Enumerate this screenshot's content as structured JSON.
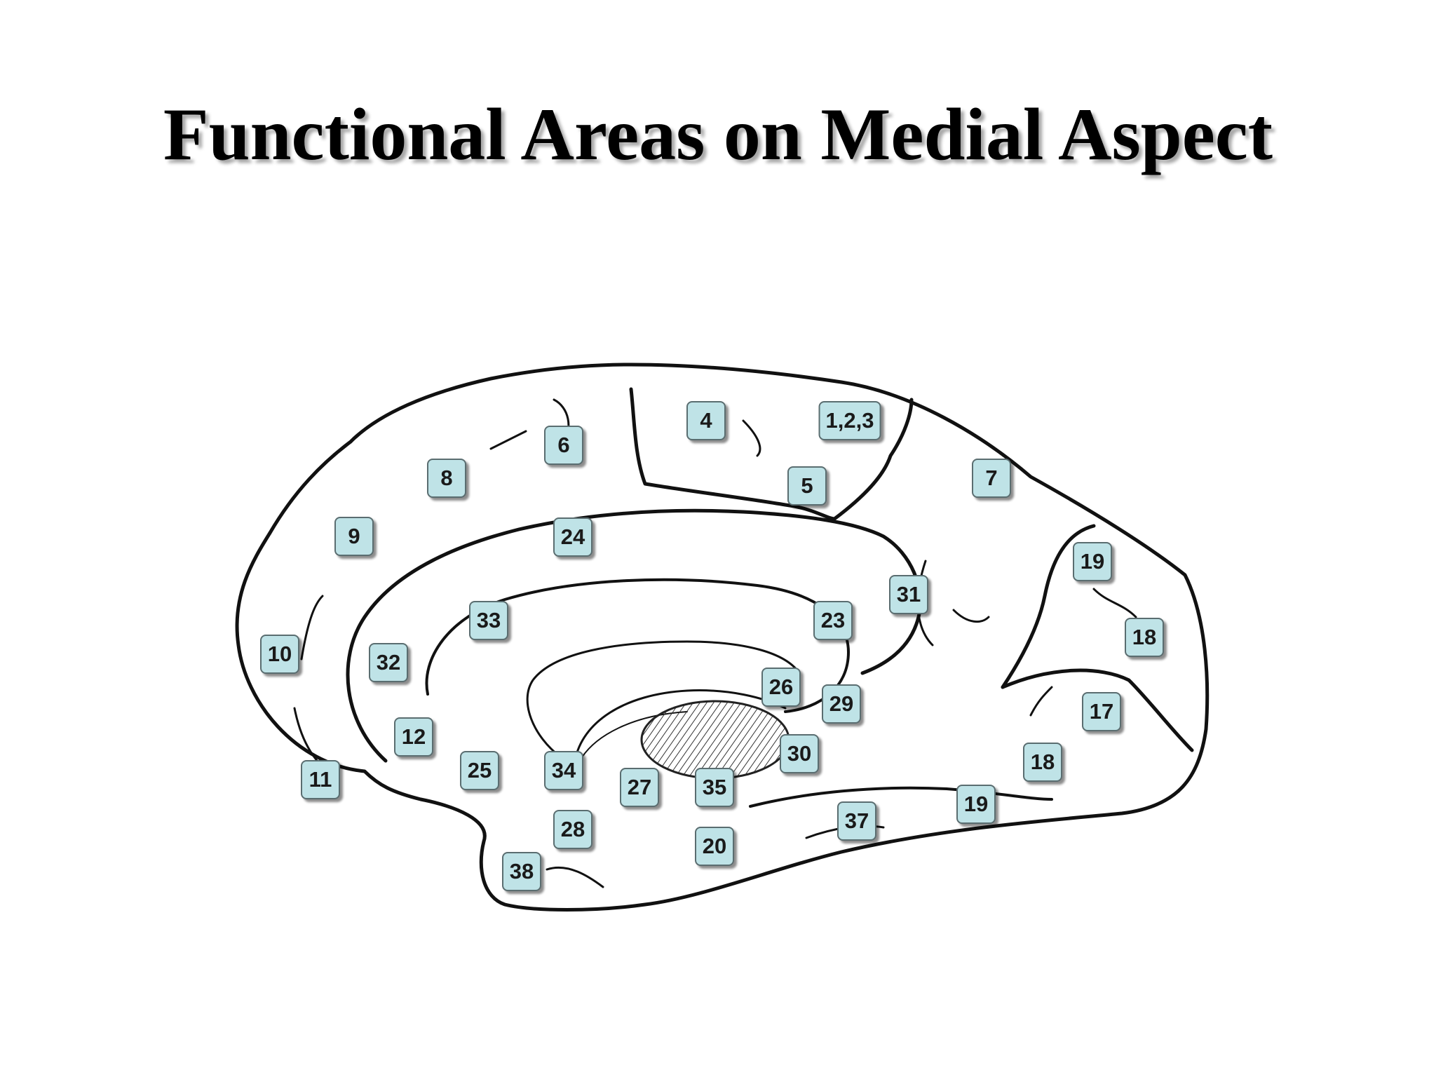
{
  "slide": {
    "title": "Functional Areas on Medial Aspect"
  },
  "colors": {
    "label_fill": "#bfe3e7",
    "label_border": "#5a6d70",
    "outline": "#111111"
  },
  "labels": [
    {
      "id": "4",
      "text": "4"
    },
    {
      "id": "123",
      "text": "1,2,3"
    },
    {
      "id": "6",
      "text": "6"
    },
    {
      "id": "8",
      "text": "8"
    },
    {
      "id": "5",
      "text": "5"
    },
    {
      "id": "7",
      "text": "7"
    },
    {
      "id": "9",
      "text": "9"
    },
    {
      "id": "24",
      "text": "24"
    },
    {
      "id": "19a",
      "text": "19"
    },
    {
      "id": "31",
      "text": "31"
    },
    {
      "id": "33",
      "text": "33"
    },
    {
      "id": "23",
      "text": "23"
    },
    {
      "id": "18a",
      "text": "18"
    },
    {
      "id": "10",
      "text": "10"
    },
    {
      "id": "32",
      "text": "32"
    },
    {
      "id": "26",
      "text": "26"
    },
    {
      "id": "29",
      "text": "29"
    },
    {
      "id": "17",
      "text": "17"
    },
    {
      "id": "12",
      "text": "12"
    },
    {
      "id": "30",
      "text": "30"
    },
    {
      "id": "18b",
      "text": "18"
    },
    {
      "id": "11",
      "text": "11"
    },
    {
      "id": "25",
      "text": "25"
    },
    {
      "id": "34",
      "text": "34"
    },
    {
      "id": "27",
      "text": "27"
    },
    {
      "id": "35",
      "text": "35"
    },
    {
      "id": "19b",
      "text": "19"
    },
    {
      "id": "37",
      "text": "37"
    },
    {
      "id": "28",
      "text": "28"
    },
    {
      "id": "20",
      "text": "20"
    },
    {
      "id": "38",
      "text": "38"
    }
  ]
}
